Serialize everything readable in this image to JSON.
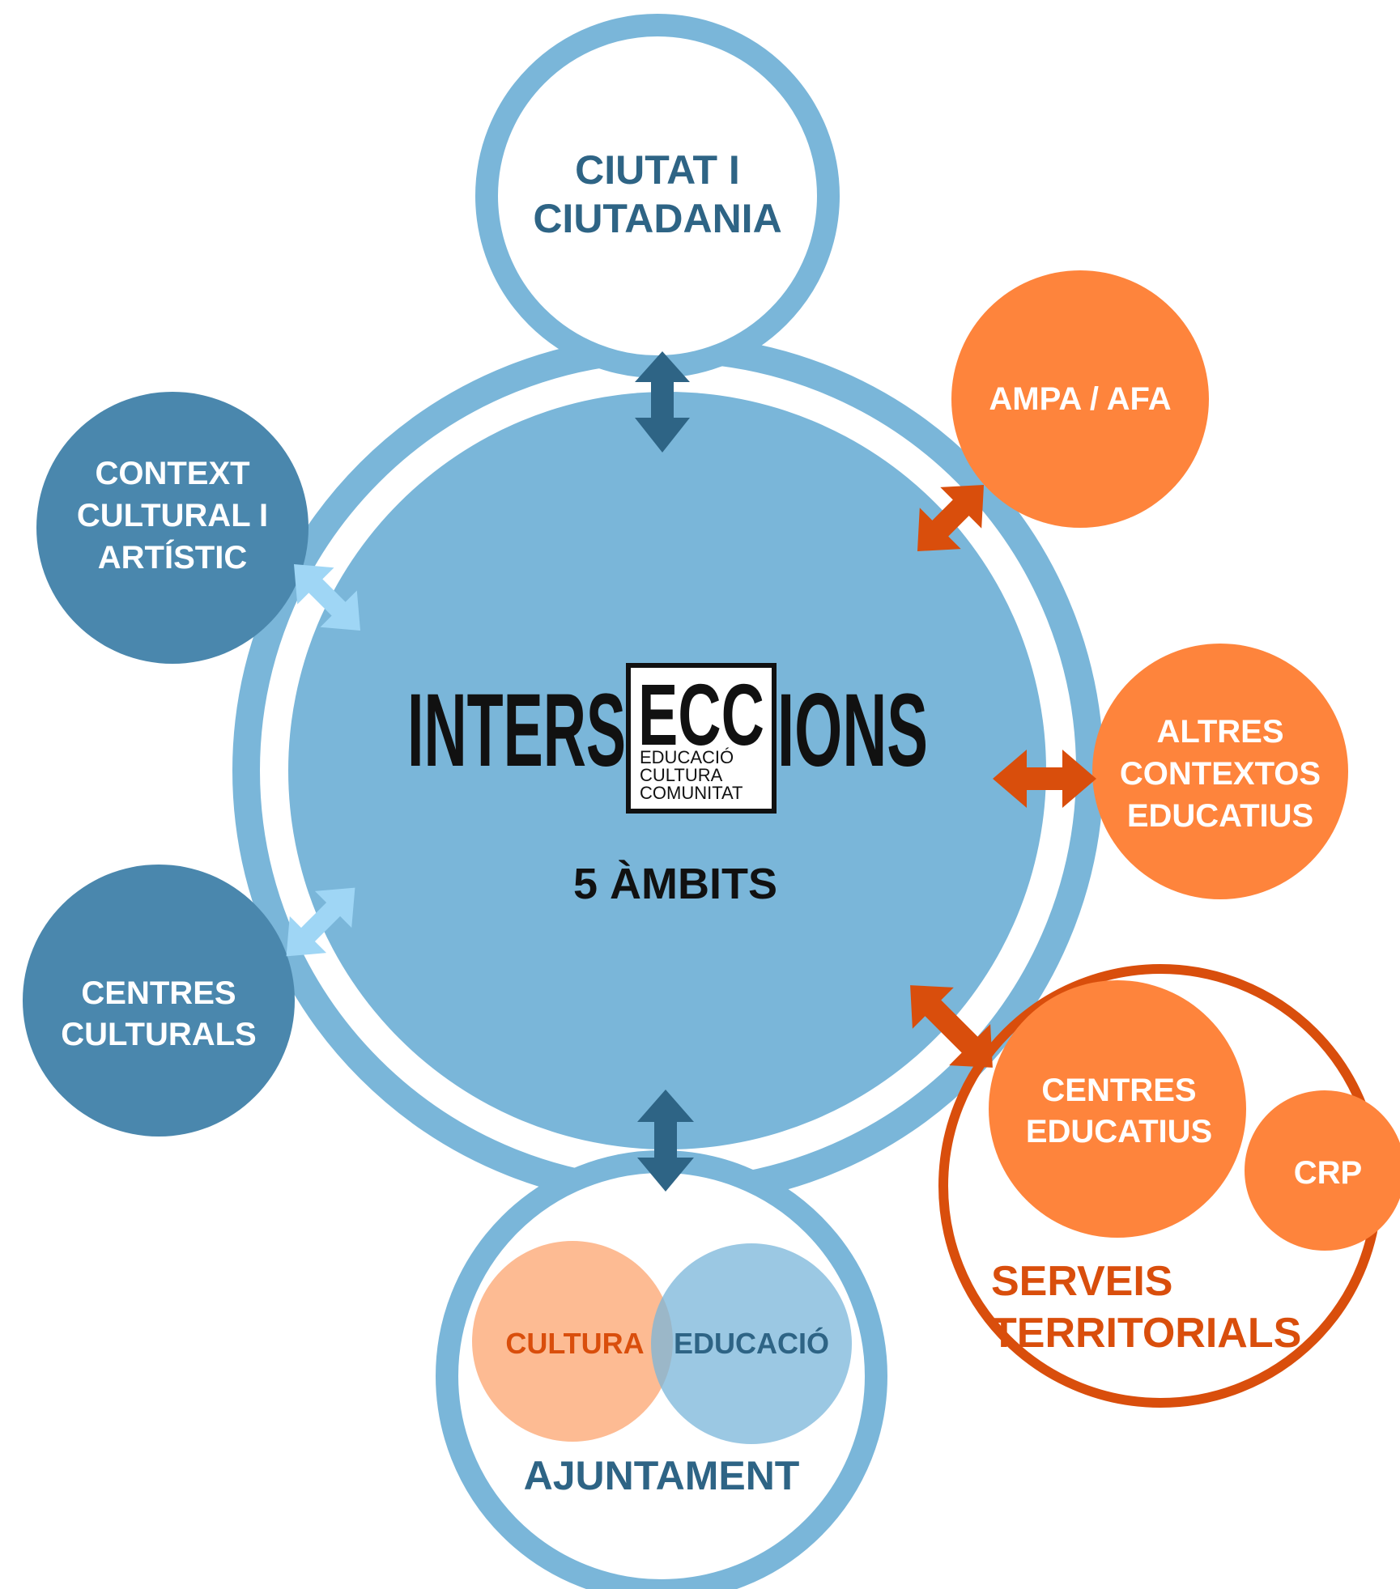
{
  "center": {
    "logo_left": "INTERS",
    "logo_box": "ECC",
    "logo_right": "IONS",
    "logo_sub": [
      "EDUCACIÓ",
      "CULTURA",
      "COMUNITAT"
    ],
    "subtitle": "5 ÀMBITS"
  },
  "nodes": {
    "ciutat": [
      "CIUTAT I",
      "CIUTADANIA"
    ],
    "context": [
      "CONTEXT",
      "CULTURAL I",
      "ARTÍSTIC"
    ],
    "centres_culturals": [
      "CENTRES",
      "CULTURALS"
    ],
    "ampa": [
      "AMPA / AFA"
    ],
    "altres": [
      "ALTRES",
      "CONTEXTOS",
      "EDUCATIUS"
    ],
    "centres_educatius": [
      "CENTRES",
      "EDUCATIUS"
    ],
    "crp": [
      "CRP"
    ],
    "serveis": [
      "SERVEIS",
      "TERRITORIALS"
    ],
    "ajuntament": {
      "title": "AJUNTAMENT",
      "cultura": "CULTURA",
      "educacio": "EDUCACIÓ"
    }
  },
  "colors": {
    "light_blue": "#7ab6d9",
    "pale_blue_arrow": "#9fd6f5",
    "dark_teal": "#2e6485",
    "steel_blue": "#4a87ad",
    "orange": "#fe843c",
    "dark_orange": "#d94e0c",
    "peach": "#fdbb93",
    "venn_blue": "#9bc6e1",
    "black": "#111111",
    "white": "#ffffff"
  }
}
